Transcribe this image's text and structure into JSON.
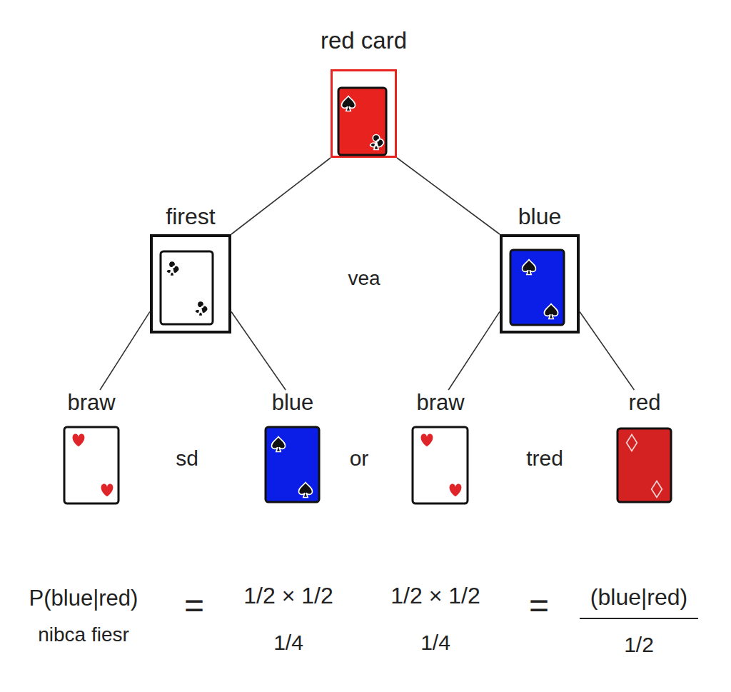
{
  "diagram": {
    "nodes": [
      {
        "text": [
          "red card"
        ]
      },
      {
        "text": [
          "firest"
        ]
      },
      {
        "text": [
          "blue"
        ]
      },
      {
        "text": [
          "braw"
        ]
      },
      {
        "text": [
          "blue"
        ]
      },
      {
        "text": [
          "braw"
        ]
      },
      {
        "text": [
          "red"
        ]
      }
    ],
    "edges": [
      {
        "from": 0,
        "to": 1,
        "arrow": "none"
      },
      {
        "from": 0,
        "to": 2,
        "arrow": "none"
      },
      {
        "from": 1,
        "to": 3,
        "arrow": "none"
      },
      {
        "from": 1,
        "to": 4,
        "arrow": "none"
      },
      {
        "from": 2,
        "to": 5,
        "arrow": "none"
      },
      {
        "from": 2,
        "to": 6,
        "arrow": "none"
      }
    ],
    "labels": [
      "vea",
      "sd",
      "or",
      "tred",
      "P(blue|red)",
      "nibca fiesr",
      "=",
      "1/2 × 1/2",
      "1/4",
      "1/2 × 1/2",
      "1/4",
      "=",
      "(blue|red)",
      "1/2"
    ]
  }
}
